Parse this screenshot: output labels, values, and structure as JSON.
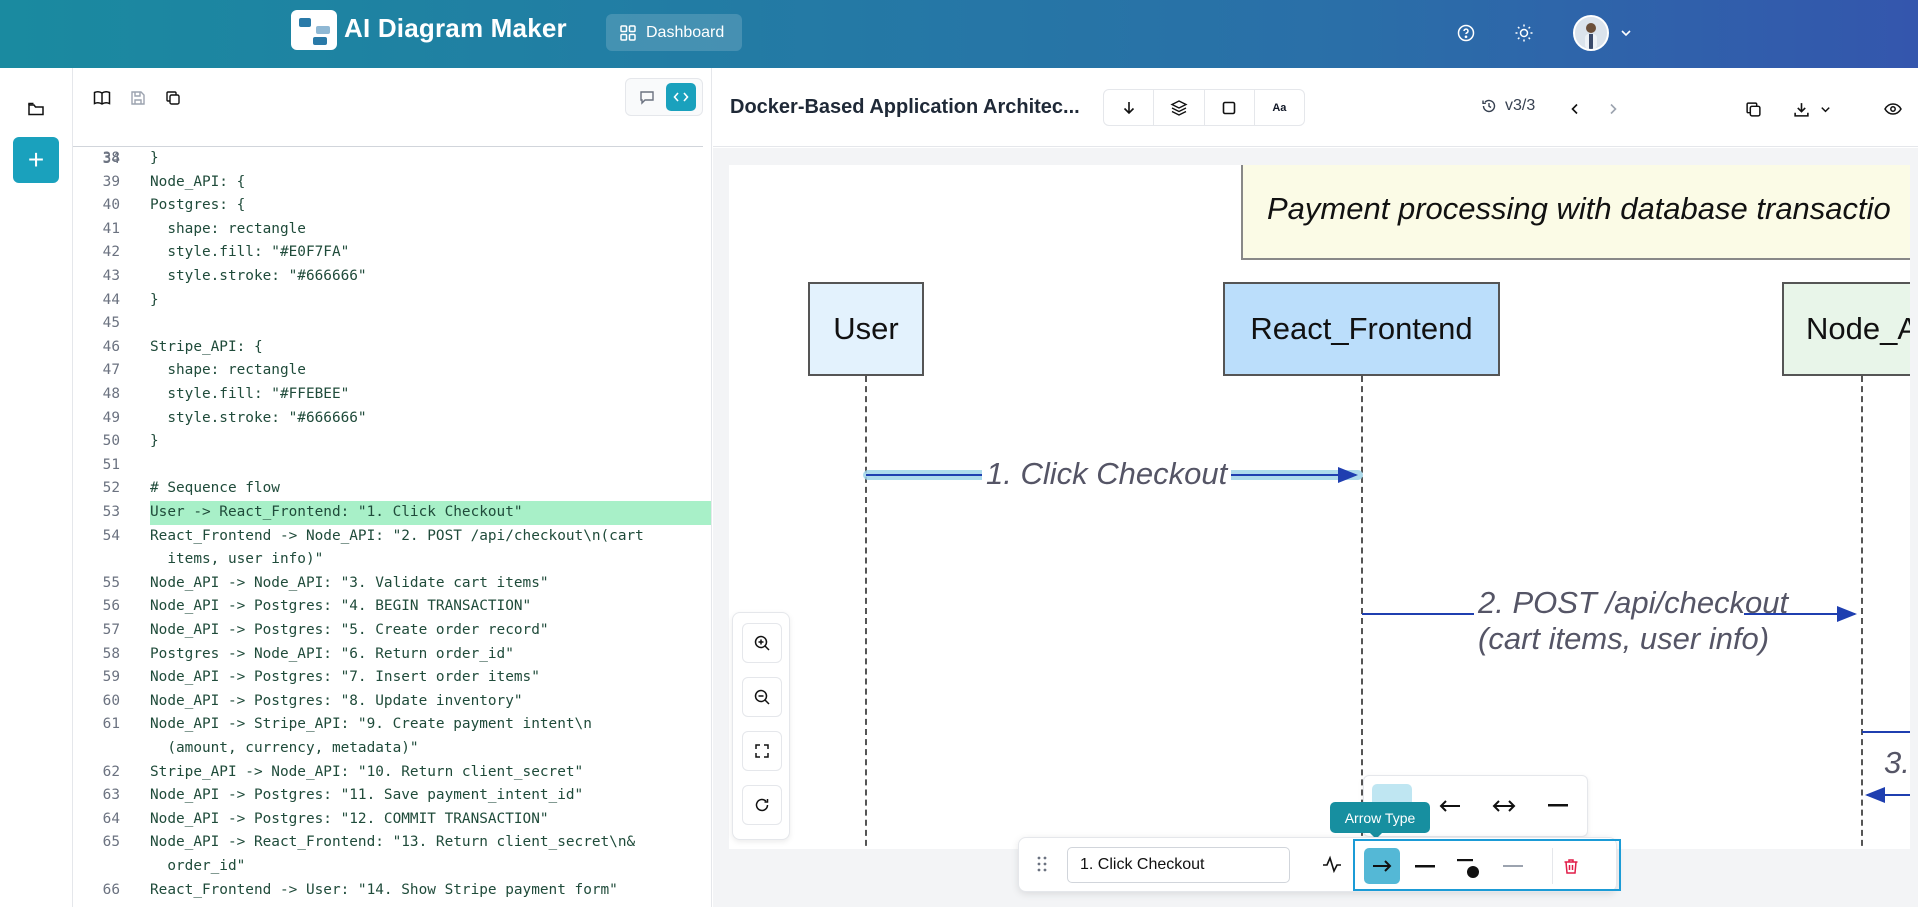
{
  "app": {
    "title": "AI Diagram Maker",
    "dashboard_label": "Dashboard"
  },
  "editor": {
    "sticky_line": {
      "num": "34",
      "text": "Node_API: {"
    },
    "lines": [
      {
        "num": "38",
        "text": "}"
      },
      {
        "num": "39",
        "text": ""
      },
      {
        "num": "40",
        "text": "Postgres: {"
      },
      {
        "num": "41",
        "text": "  shape: rectangle"
      },
      {
        "num": "42",
        "text": "  style.fill: \"#E0F7FA\""
      },
      {
        "num": "43",
        "text": "  style.stroke: \"#666666\""
      },
      {
        "num": "44",
        "text": "}"
      },
      {
        "num": "45",
        "text": ""
      },
      {
        "num": "46",
        "text": "Stripe_API: {"
      },
      {
        "num": "47",
        "text": "  shape: rectangle"
      },
      {
        "num": "48",
        "text": "  style.fill: \"#FFEBEE\""
      },
      {
        "num": "49",
        "text": "  style.stroke: \"#666666\""
      },
      {
        "num": "50",
        "text": "}"
      },
      {
        "num": "51",
        "text": ""
      },
      {
        "num": "52",
        "text": "# Sequence flow"
      },
      {
        "num": "53",
        "text": "User -> React_Frontend: \"1. Click Checkout\"",
        "highlight": true
      },
      {
        "num": "54",
        "text": "React_Frontend -> Node_API: \"2. POST /api/checkout\\n(cart"
      },
      {
        "num": "",
        "text": "  items, user info)\""
      },
      {
        "num": "55",
        "text": "Node_API -> Node_API: \"3. Validate cart items\""
      },
      {
        "num": "56",
        "text": "Node_API -> Postgres: \"4. BEGIN TRANSACTION\""
      },
      {
        "num": "57",
        "text": "Node_API -> Postgres: \"5. Create order record\""
      },
      {
        "num": "58",
        "text": "Postgres -> Node_API: \"6. Return order_id\""
      },
      {
        "num": "59",
        "text": "Node_API -> Postgres: \"7. Insert order items\""
      },
      {
        "num": "60",
        "text": "Node_API -> Postgres: \"8. Update inventory\""
      },
      {
        "num": "61",
        "text": "Node_API -> Stripe_API: \"9. Create payment intent\\n"
      },
      {
        "num": "",
        "text": "  (amount, currency, metadata)\""
      },
      {
        "num": "62",
        "text": "Stripe_API -> Node_API: \"10. Return client_secret\""
      },
      {
        "num": "63",
        "text": "Node_API -> Postgres: \"11. Save payment_intent_id\""
      },
      {
        "num": "64",
        "text": "Node_API -> Postgres: \"12. COMMIT TRANSACTION\""
      },
      {
        "num": "65",
        "text": "Node_API -> React_Frontend: \"13. Return client_secret\\n&"
      },
      {
        "num": "",
        "text": "  order_id\""
      },
      {
        "num": "66",
        "text": "React_Frontend -> User: \"14. Show Stripe payment form\""
      }
    ]
  },
  "canvas": {
    "doc_title": "Docker-Based Application Architec...",
    "version": "v3/3",
    "note_text": "Payment processing with database transactio",
    "actors": [
      {
        "name": "User",
        "fill": "#E3F2FD"
      },
      {
        "name": "React_Frontend",
        "fill": "#BBDEFB"
      },
      {
        "name": "Node_A",
        "fill": "#E8F5E9"
      }
    ],
    "messages": {
      "m1": "1. Click Checkout",
      "m2_line1": "2. POST /api/checkout",
      "m2_line2": "(cart items, user info)",
      "m3": "3."
    }
  },
  "toolbar": {
    "label_value": "1. Click Checkout",
    "tooltip": "Arrow Type"
  },
  "colors": {
    "accent": "#1aa1bd",
    "highlight": "#a8f0c8",
    "arrow": "#1f3fb0"
  }
}
